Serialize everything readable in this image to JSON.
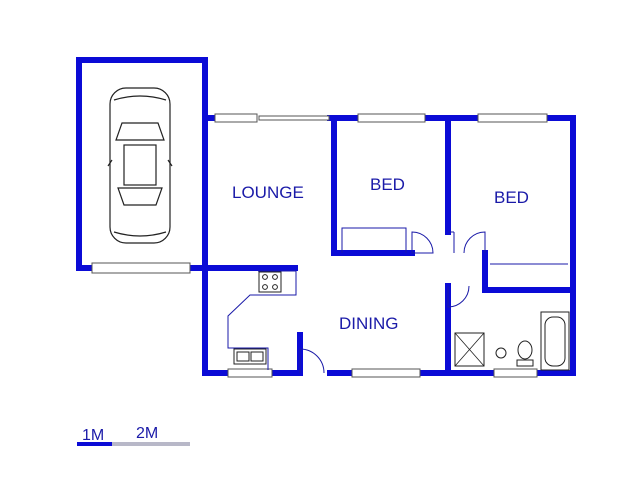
{
  "rooms": {
    "lounge": "LOUNGE",
    "bed1": "BED",
    "bed2": "BED",
    "dining": "DINING"
  },
  "scale": {
    "label_1": "1M",
    "label_2": "2M"
  },
  "colors": {
    "wall": "#0b0bd6",
    "text": "#1a1aa8",
    "fixture": "#1a1aa8"
  },
  "icons": {
    "car": "car-icon",
    "stove": "stove-icon",
    "sink": "sink-icon",
    "shower": "shower-icon",
    "bathtub": "bathtub-icon",
    "toilet": "toilet-icon",
    "basin": "basin-icon"
  }
}
